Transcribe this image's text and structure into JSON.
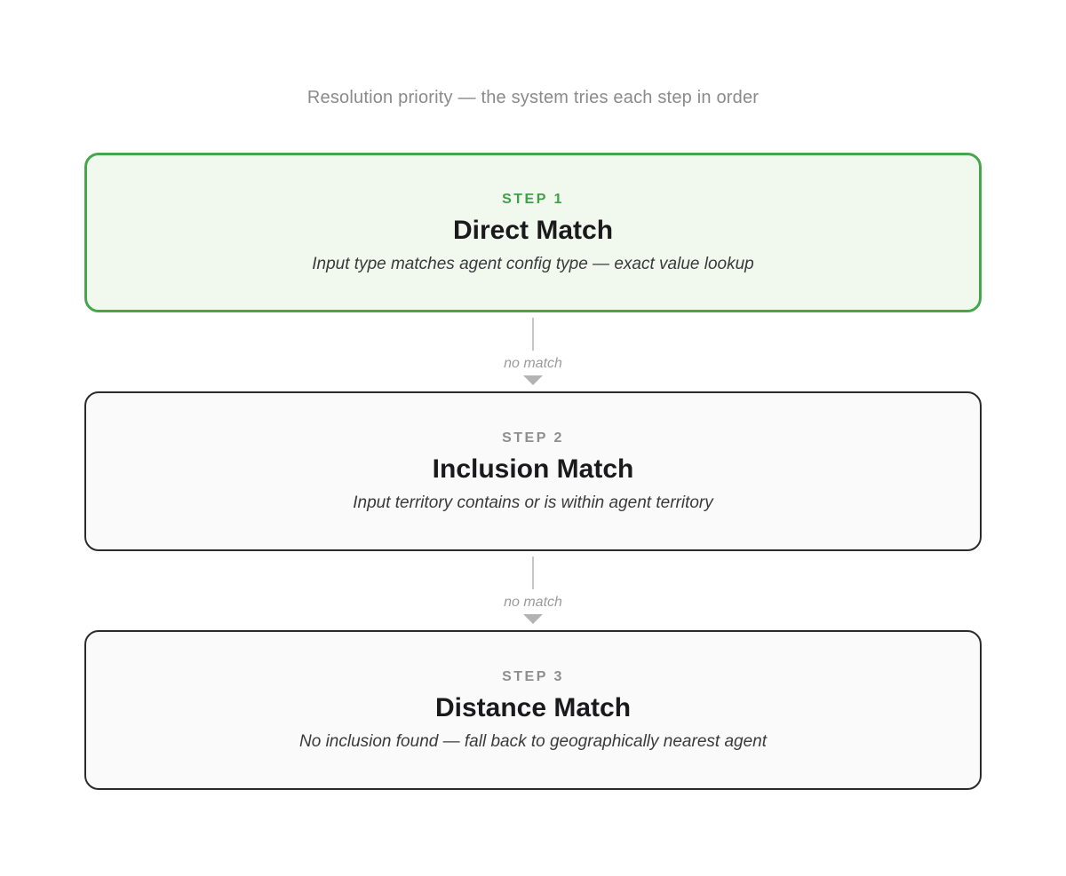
{
  "page": {
    "title": "Resolution priority — the system tries each step in order"
  },
  "steps": [
    {
      "label": "STEP 1",
      "title": "Direct Match",
      "description": "Input type matches agent config type — exact value lookup",
      "variant": "highlight"
    },
    {
      "label": "STEP 2",
      "title": "Inclusion Match",
      "description": "Input territory contains or is within agent territory",
      "variant": "neutral"
    },
    {
      "label": "STEP 3",
      "title": "Distance Match",
      "description": "No inclusion found — fall back to geographically nearest agent",
      "variant": "neutral"
    }
  ],
  "connectors": [
    {
      "label": "no match"
    },
    {
      "label": "no match"
    }
  ],
  "colors": {
    "accent_green_border": "#46a64b",
    "accent_green_text": "#3fa046",
    "accent_green_fill": "#f1f9ef",
    "dark_border": "#2b2b2e",
    "neutral_fill": "#fafafa",
    "muted_title_text": "#8a8a8a",
    "step_label_gray": "#8e8e90",
    "heading_text": "#1a1a1c",
    "description_text": "#3a3a3c",
    "connector_line": "#c6c6c6",
    "connector_label": "#9b9b9b",
    "arrowhead": "#b3b3b3"
  }
}
